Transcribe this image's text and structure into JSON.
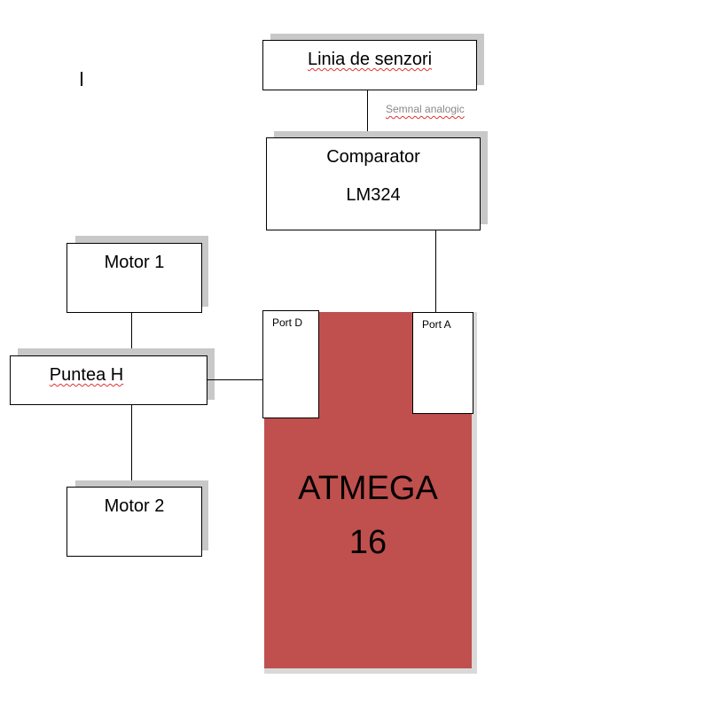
{
  "blocks": {
    "sensors": "Linia de senzori",
    "signal_label": "Semnal analogic",
    "comparator_line1": "Comparator",
    "comparator_line2": "LM324",
    "motor1": "Motor 1",
    "hbridge": "Puntea H",
    "motor2": "Motor 2",
    "port_d": "Port D",
    "port_a": "Port A",
    "mcu_line1": "ATMEGA",
    "mcu_line2": "16"
  },
  "colors": {
    "mcu_fill": "#c0504d",
    "shadow": "#c8c8c8",
    "spellcheck_underline": "#d33333"
  }
}
